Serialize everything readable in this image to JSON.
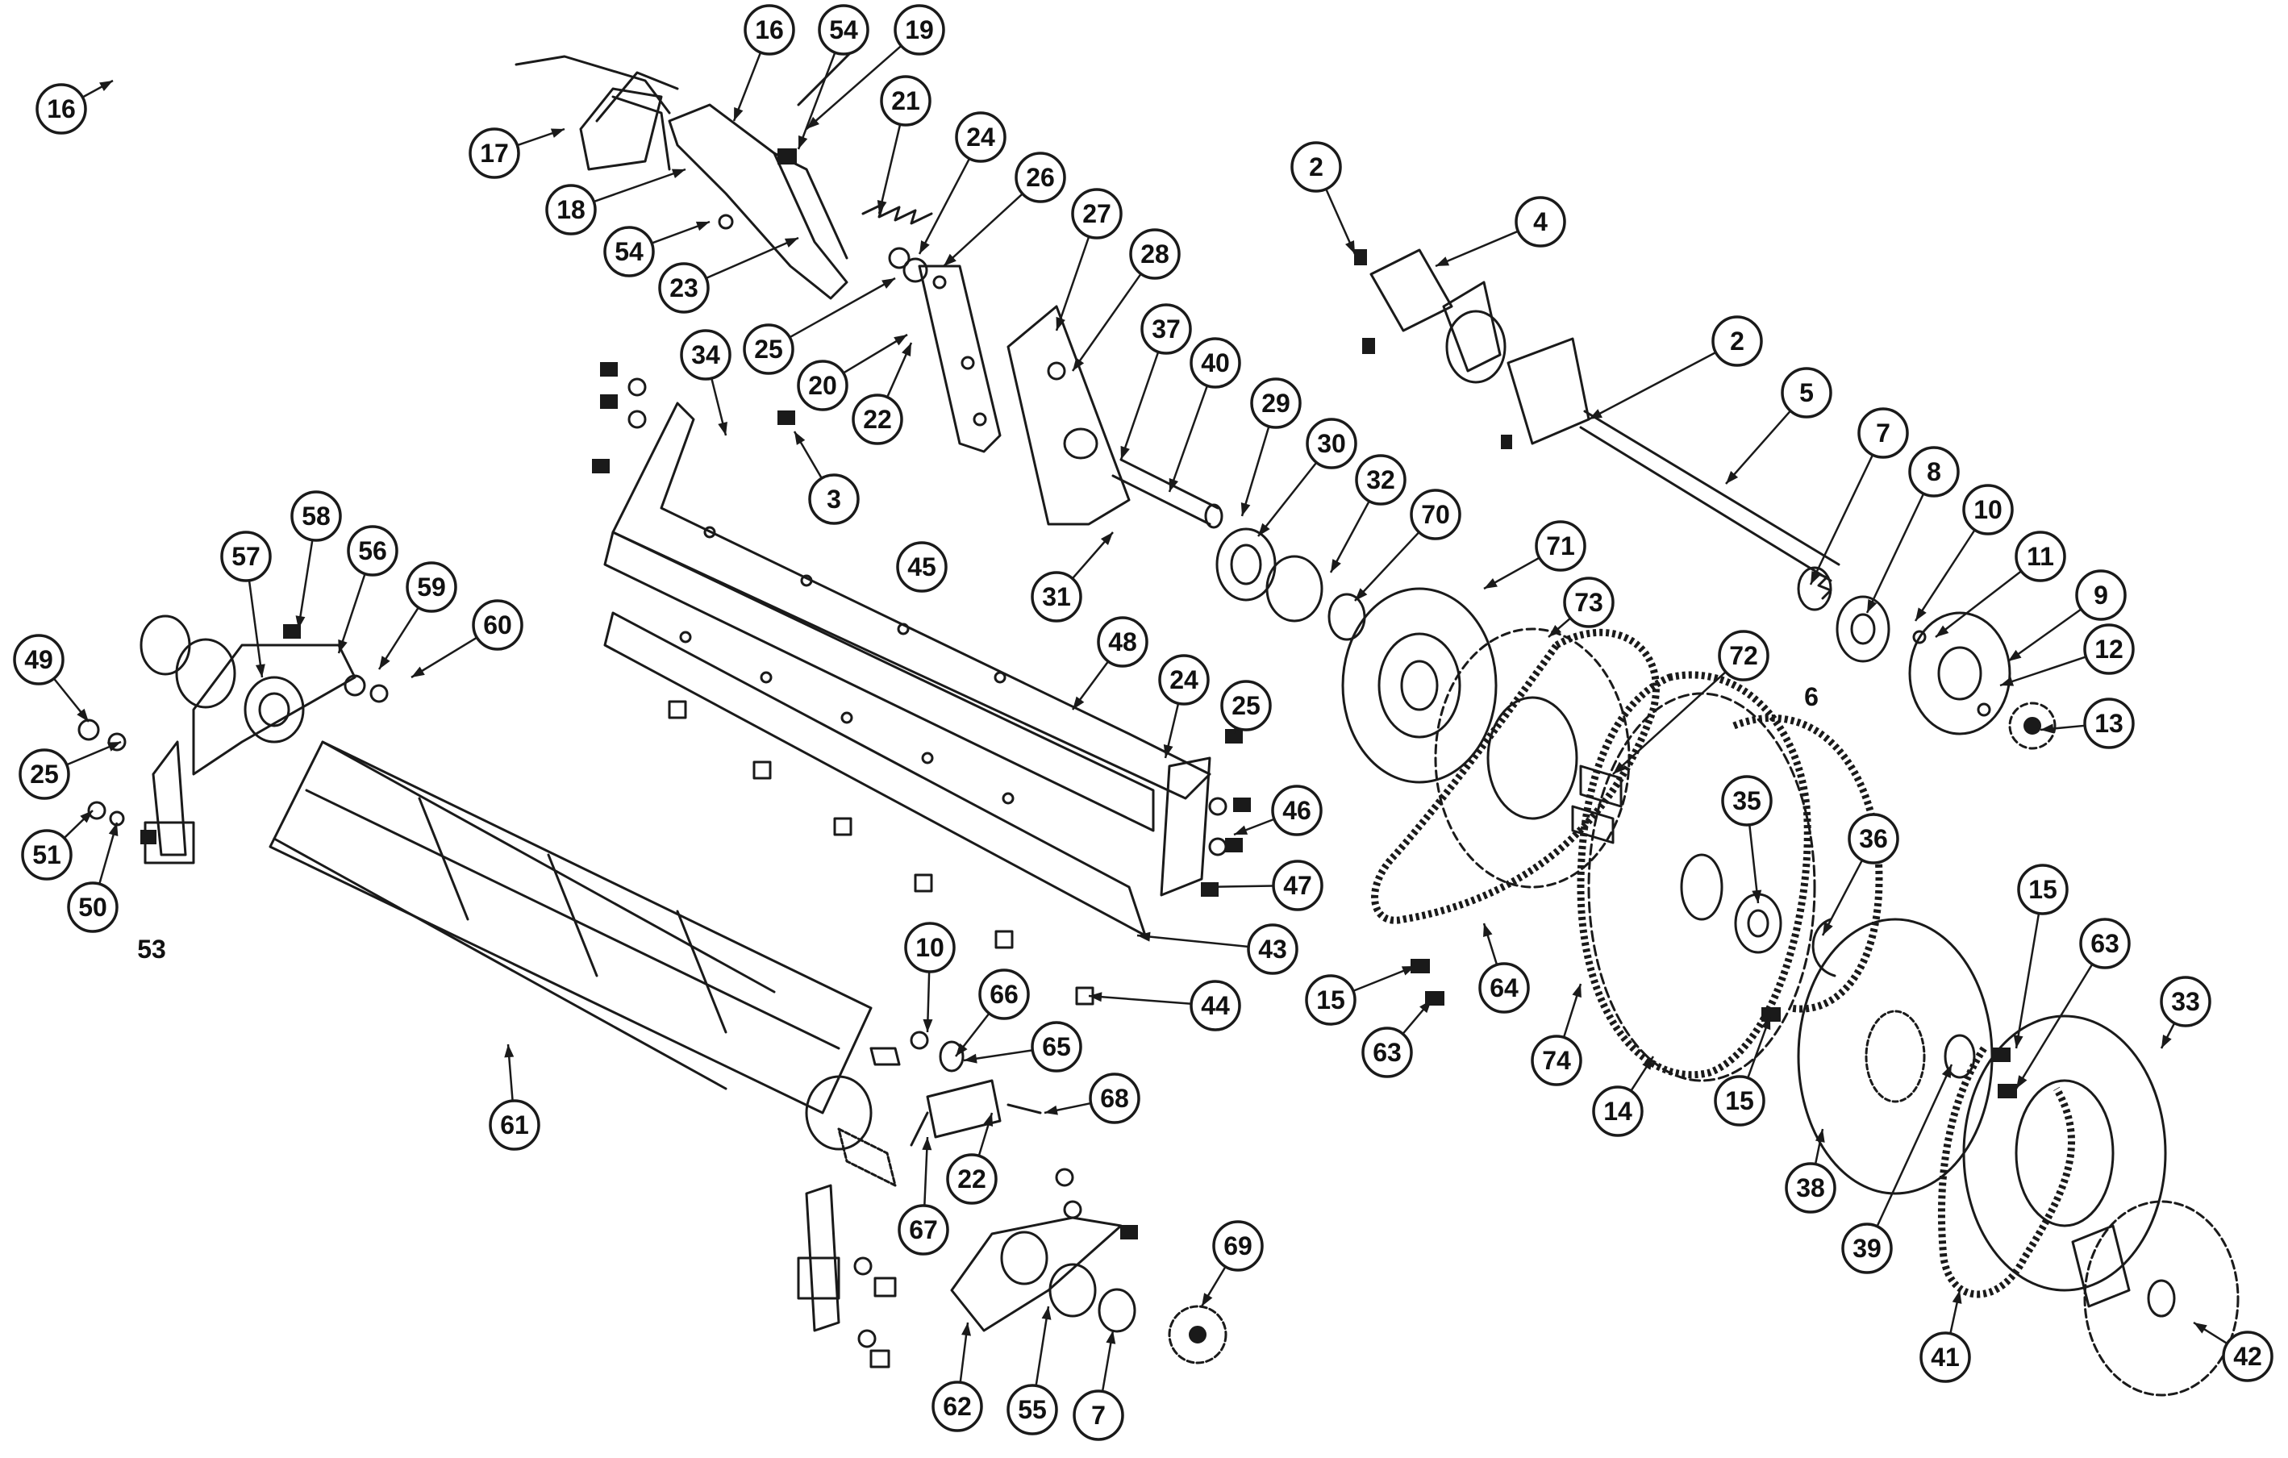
{
  "callouts": [
    {
      "id": "c16a",
      "label": "16"
    },
    {
      "id": "c16b",
      "label": "16"
    },
    {
      "id": "c54a",
      "label": "54"
    },
    {
      "id": "c19",
      "label": "19"
    },
    {
      "id": "c17",
      "label": "17"
    },
    {
      "id": "c21",
      "label": "21"
    },
    {
      "id": "c24a",
      "label": "24"
    },
    {
      "id": "c18",
      "label": "18"
    },
    {
      "id": "c26",
      "label": "26"
    },
    {
      "id": "c54b",
      "label": "54"
    },
    {
      "id": "c23",
      "label": "23"
    },
    {
      "id": "c2a",
      "label": "2"
    },
    {
      "id": "c4",
      "label": "4"
    },
    {
      "id": "c27",
      "label": "27"
    },
    {
      "id": "c28",
      "label": "28"
    },
    {
      "id": "c25a",
      "label": "25"
    },
    {
      "id": "c37",
      "label": "37"
    },
    {
      "id": "c2b",
      "label": "2"
    },
    {
      "id": "c34",
      "label": "34"
    },
    {
      "id": "c20",
      "label": "20"
    },
    {
      "id": "c40",
      "label": "40"
    },
    {
      "id": "c5",
      "label": "5"
    },
    {
      "id": "c29",
      "label": "29"
    },
    {
      "id": "c22a",
      "label": "22"
    },
    {
      "id": "c30",
      "label": "30"
    },
    {
      "id": "c7a",
      "label": "7"
    },
    {
      "id": "c8",
      "label": "8"
    },
    {
      "id": "c32",
      "label": "32"
    },
    {
      "id": "c3",
      "label": "3"
    },
    {
      "id": "c10a",
      "label": "10"
    },
    {
      "id": "c70",
      "label": "70"
    },
    {
      "id": "c58",
      "label": "58"
    },
    {
      "id": "c71",
      "label": "71"
    },
    {
      "id": "c11",
      "label": "11"
    },
    {
      "id": "c57",
      "label": "57"
    },
    {
      "id": "c56",
      "label": "56"
    },
    {
      "id": "c45",
      "label": "45"
    },
    {
      "id": "c31",
      "label": "31"
    },
    {
      "id": "c9",
      "label": "9"
    },
    {
      "id": "c59",
      "label": "59"
    },
    {
      "id": "c73",
      "label": "73"
    },
    {
      "id": "c60",
      "label": "60"
    },
    {
      "id": "c48",
      "label": "48"
    },
    {
      "id": "c49",
      "label": "49"
    },
    {
      "id": "c72",
      "label": "72"
    },
    {
      "id": "c12",
      "label": "12"
    },
    {
      "id": "c24b",
      "label": "24"
    },
    {
      "id": "c25b",
      "label": "25"
    },
    {
      "id": "c13",
      "label": "13"
    },
    {
      "id": "c25c",
      "label": "25"
    },
    {
      "id": "c35",
      "label": "35"
    },
    {
      "id": "c46",
      "label": "46"
    },
    {
      "id": "c51",
      "label": "51"
    },
    {
      "id": "c36",
      "label": "36"
    },
    {
      "id": "c50",
      "label": "50"
    },
    {
      "id": "c47",
      "label": "47"
    },
    {
      "id": "c15a",
      "label": "15"
    },
    {
      "id": "c63a",
      "label": "63"
    },
    {
      "id": "c10b",
      "label": "10"
    },
    {
      "id": "c43",
      "label": "43"
    },
    {
      "id": "c33",
      "label": "33"
    },
    {
      "id": "c66",
      "label": "66"
    },
    {
      "id": "c15b",
      "label": "15"
    },
    {
      "id": "c64",
      "label": "64"
    },
    {
      "id": "c44",
      "label": "44"
    },
    {
      "id": "c65",
      "label": "65"
    },
    {
      "id": "c63b",
      "label": "63"
    },
    {
      "id": "c74",
      "label": "74"
    },
    {
      "id": "c15c",
      "label": "15"
    },
    {
      "id": "c14",
      "label": "14"
    },
    {
      "id": "c68",
      "label": "68"
    },
    {
      "id": "c61",
      "label": "61"
    },
    {
      "id": "c22b",
      "label": "22"
    },
    {
      "id": "c38",
      "label": "38"
    },
    {
      "id": "c67",
      "label": "67"
    },
    {
      "id": "c39",
      "label": "39"
    },
    {
      "id": "c69",
      "label": "69"
    },
    {
      "id": "c41",
      "label": "41"
    },
    {
      "id": "c42",
      "label": "42"
    },
    {
      "id": "c62",
      "label": "62"
    },
    {
      "id": "c55",
      "label": "55"
    },
    {
      "id": "c7b",
      "label": "7"
    }
  ],
  "free_labels": [
    {
      "id": "f53",
      "label": "53"
    },
    {
      "id": "f6",
      "label": "6"
    }
  ]
}
